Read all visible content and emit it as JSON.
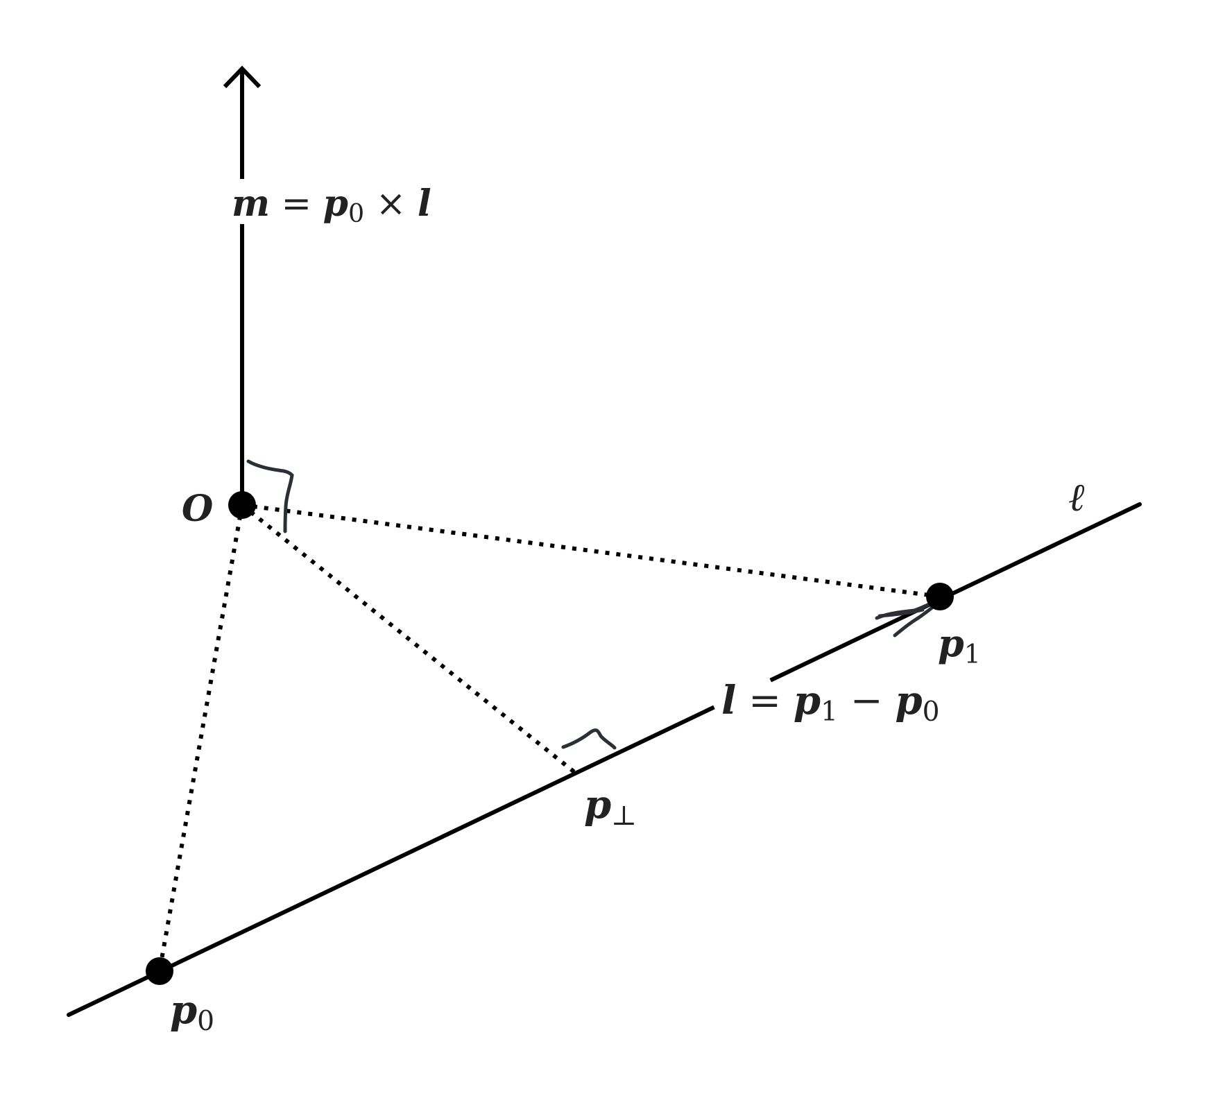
{
  "labels": {
    "origin": "O",
    "moment_m": "m",
    "moment_eq": " = ",
    "moment_p": "p",
    "moment_p_sub": "0",
    "moment_times": " × ",
    "moment_l": "l",
    "line_name": "ℓ",
    "p1": "p",
    "p1_sub": "1",
    "p0": "p",
    "p0_sub": "0",
    "pperp": "p",
    "pperp_sub": "⊥",
    "dir_l": "l",
    "dir_eq": " = ",
    "dir_p1": "p",
    "dir_p1_sub": "1",
    "dir_minus": " − ",
    "dir_p0": "p",
    "dir_p0_sub": "0"
  },
  "colors": {
    "stroke": "#000000",
    "text": "#222222",
    "pen": "#2b2f36"
  }
}
